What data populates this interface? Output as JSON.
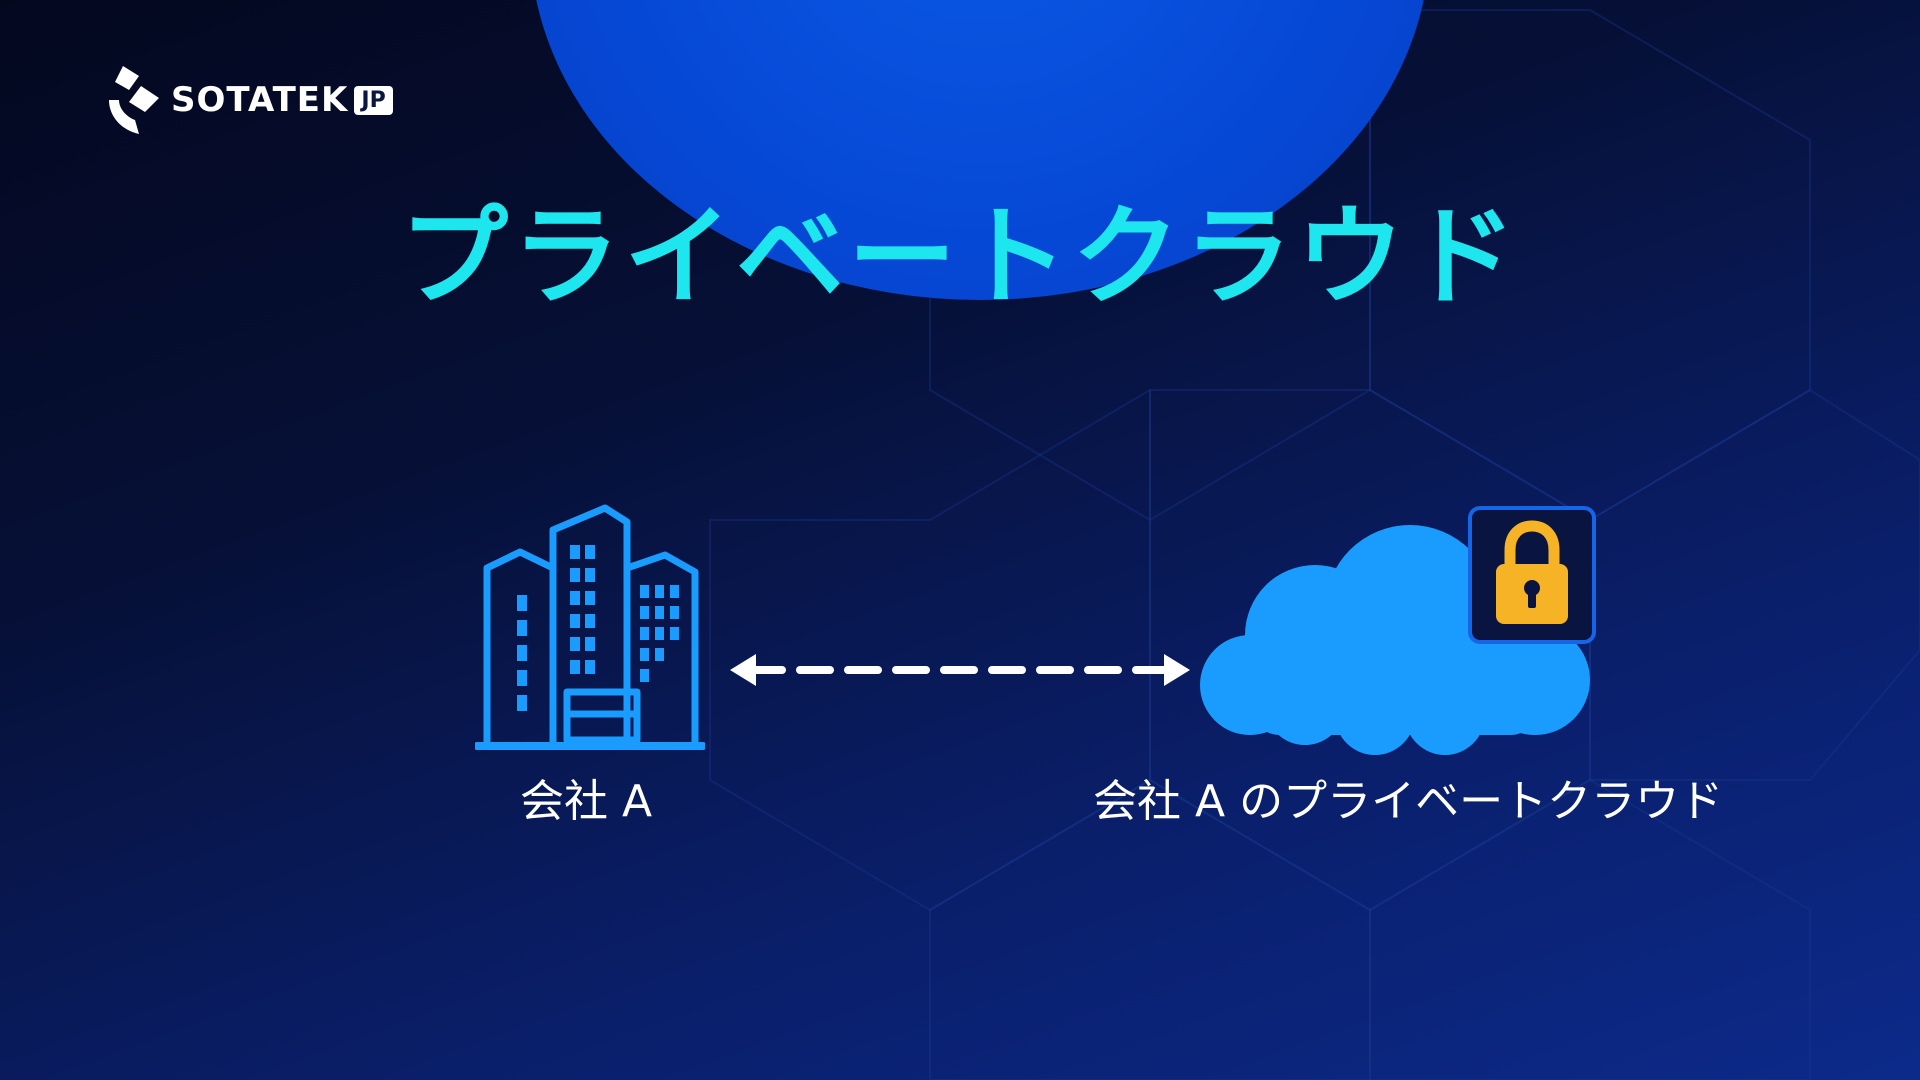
{
  "slide": {
    "title": "プライベートクラウド",
    "title_color": "#1ee6ee",
    "background_color": "#061037",
    "accent_circle_color": "#0648d6"
  },
  "logo": {
    "text": "SOTATEK",
    "badge": "JP"
  },
  "diagram": {
    "left_node": {
      "icon": "office-building-icon",
      "label": "会社 A"
    },
    "connector": {
      "icon": "bidirectional-dashed-arrow",
      "color": "#ffffff"
    },
    "right_node": {
      "icon": "cloud-icon",
      "badge_icon": "padlock-icon",
      "label": "会社 A のプライベートクラウド",
      "cloud_color": "#1a9cff",
      "lock_color": "#f5b325"
    }
  }
}
